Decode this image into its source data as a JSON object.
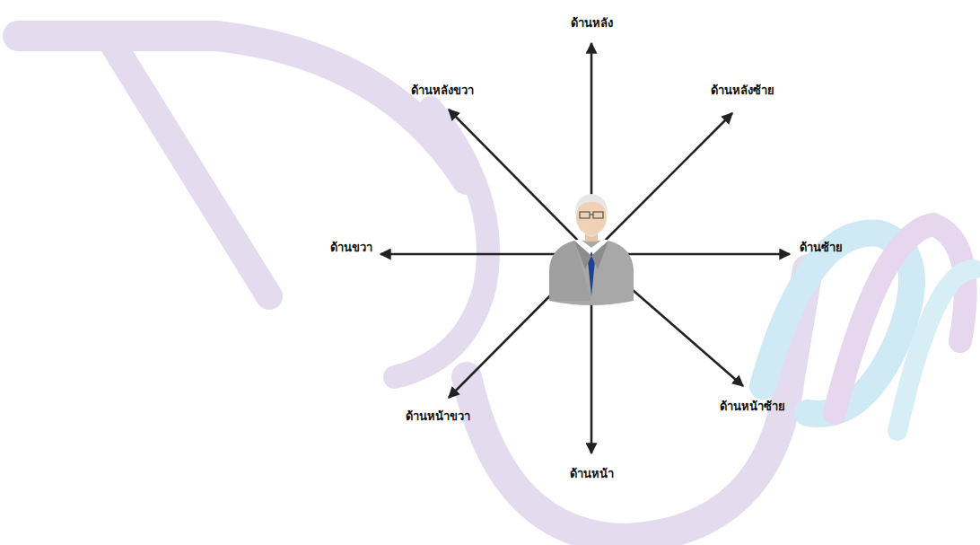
{
  "diagram": {
    "labels": [
      "ด้านหลัง",
      "ด้านหลังขวา",
      "ด้านหลังซ้าย",
      "ด้านขวา",
      "ด้านซ้าย",
      "ด้านหน้าขวา",
      "ด้านหน้าซ้าย",
      "ด้านหน้า"
    ]
  }
}
